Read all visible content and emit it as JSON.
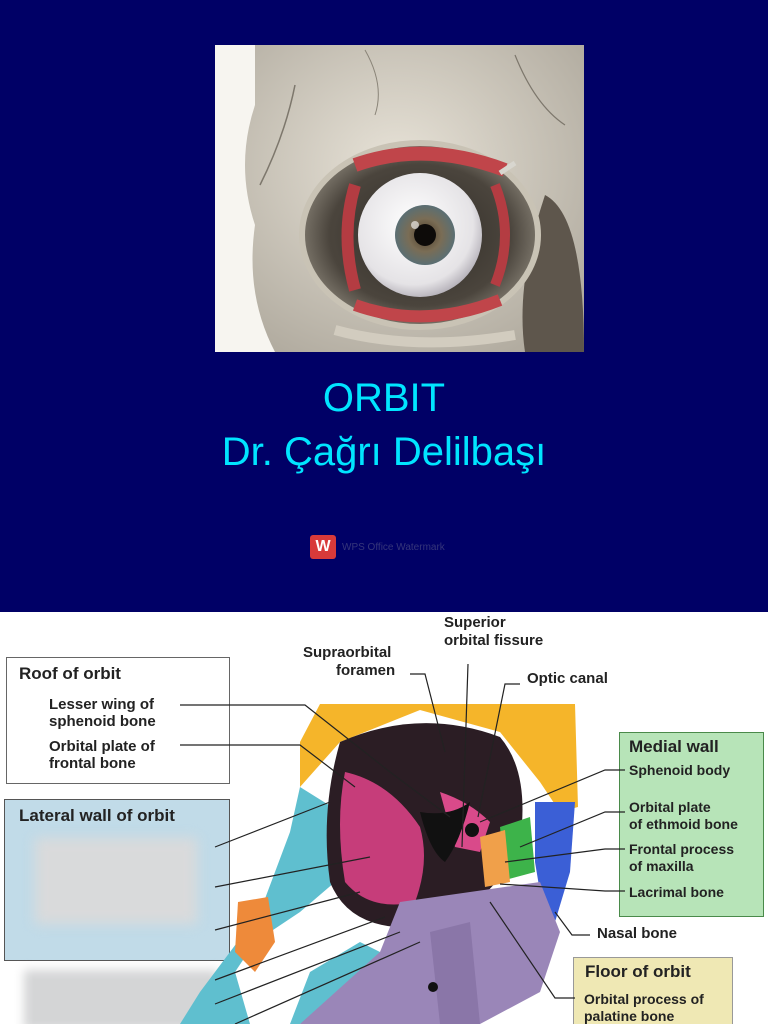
{
  "slide1": {
    "title_line1": "ORBIT",
    "title_line2": "Dr. Çağrı Delilbaşı",
    "watermark_icon": "W",
    "watermark_text": "WPS Office Watermark"
  },
  "slide2": {
    "roof_heading": "Roof of orbit",
    "roof_items": [
      "Lesser wing of",
      "sphenoid bone",
      "Orbital plate of",
      "frontal bone"
    ],
    "lateral_heading": "Lateral wall of orbit",
    "top_labels": {
      "superior_fissure": [
        "Superior",
        "orbital fissure"
      ],
      "supraorbital": [
        "Supraorbital",
        "foramen"
      ],
      "optic_canal": "Optic canal"
    },
    "medial_heading": "Medial wall",
    "medial_items": [
      "Sphenoid body",
      "Orbital plate",
      "of ethmoid bone",
      "Frontal process",
      "of maxilla",
      "Lacrimal bone"
    ],
    "nasal_bone": "Nasal bone",
    "floor_heading": "Floor of orbit",
    "floor_items": [
      "Orbital process of",
      "palatine bone"
    ]
  },
  "colors": {
    "slide_background": "#000066",
    "title": "#00e5ff",
    "frontal_bone": "#f5b52a",
    "sphenoid": "#c63d7a",
    "zygomatic": "#5fbfcf",
    "maxilla": "#9a86b8",
    "ethmoid": "#3db34a",
    "nasal": "#3b5fd6"
  }
}
